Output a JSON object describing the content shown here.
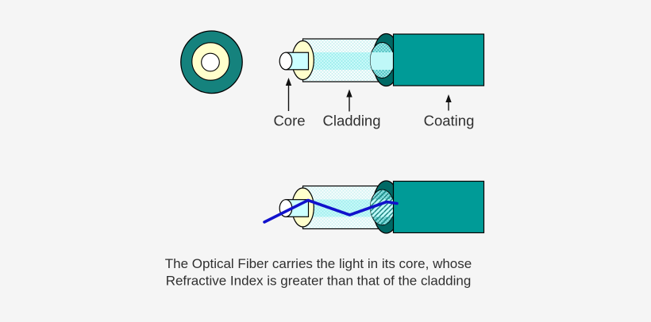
{
  "figure": {
    "name": "optical-fiber-structure-diagram",
    "labels": {
      "core": "Core",
      "cladding": "Cladding",
      "coating": "Coating"
    },
    "caption_line1": "The Optical Fiber carries the light in its core, whose",
    "caption_line2": "Refractive Index is greater than that of the cladding"
  },
  "colors": {
    "background": "#f5f5f5",
    "coating_body": "#009b97",
    "coating_end": "#006965",
    "cross_ring": "#15827d",
    "cladding_face": "#ffffcc",
    "core_fill": "#ccffff",
    "core_white": "#ffffff",
    "light_ray": "#1111cc",
    "outline": "#000000",
    "text": "#303030"
  }
}
